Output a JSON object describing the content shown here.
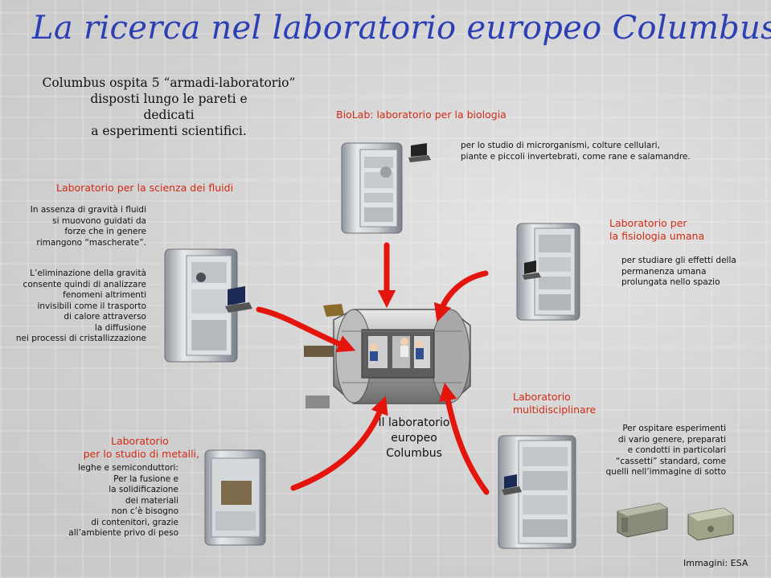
{
  "title": "La ricerca nel laboratorio europeo Columbus",
  "intro": [
    "Columbus ospita 5 “armadi-laboratorio”",
    "disposti lungo le pareti e",
    "dedicati",
    "a esperimenti scientifici."
  ],
  "biolab": {
    "heading": "BioLab: laboratorio per la biologia",
    "text": [
      "per lo studio di microrganismi, colture cellulari,",
      "piante e piccoli invertebrati, come rane e  salamandre."
    ]
  },
  "fluids": {
    "heading": "Laboratorio per la scienza dei fluidi",
    "text1": [
      "In assenza di gravità i fluidi",
      "si muovono guidati da",
      "forze che in genere",
      "rimangono “mascherate”."
    ],
    "text2": [
      "L’eliminazione della gravità",
      "consente  quindi  di analizzare",
      "fenomeni altrimenti",
      "invisibili come il trasporto",
      "di calore attraverso",
      "la diffusione",
      "nei processi di cristallizzazione"
    ]
  },
  "physiology": {
    "heading": [
      "Laboratorio per",
      "la fisiologia umana"
    ],
    "text": [
      "per studiare gli effetti della",
      "permanenza umana",
      "prolungata nello spazio"
    ]
  },
  "multi": {
    "heading": [
      "Laboratorio",
      "multidisciplinare"
    ],
    "text": [
      "Per ospitare esperimenti",
      "di vario genere, preparati",
      "e condotti in particolari",
      "“cassetti” standard, come",
      "quelli nell’immagine di sotto"
    ]
  },
  "metals": {
    "heading": [
      "Laboratorio",
      "per lo studio di metalli,"
    ],
    "text": [
      "leghe e semiconduttori:",
      "Per la fusione e",
      "la solidificazione",
      "dei materiali",
      "non c’è bisogno",
      "di contenitori, grazie",
      "all’ambiente privo di peso"
    ]
  },
  "center_caption": [
    "Il laboratorio",
    "europeo",
    "Columbus"
  ],
  "credit": "Immagini: ESA",
  "colors": {
    "title": "#2d3fb5",
    "heading": "#d22a14",
    "arrow": "#e3150c"
  },
  "icons": [
    "columbus-module-image",
    "rack-image",
    "laptop-image",
    "drawer-image"
  ]
}
